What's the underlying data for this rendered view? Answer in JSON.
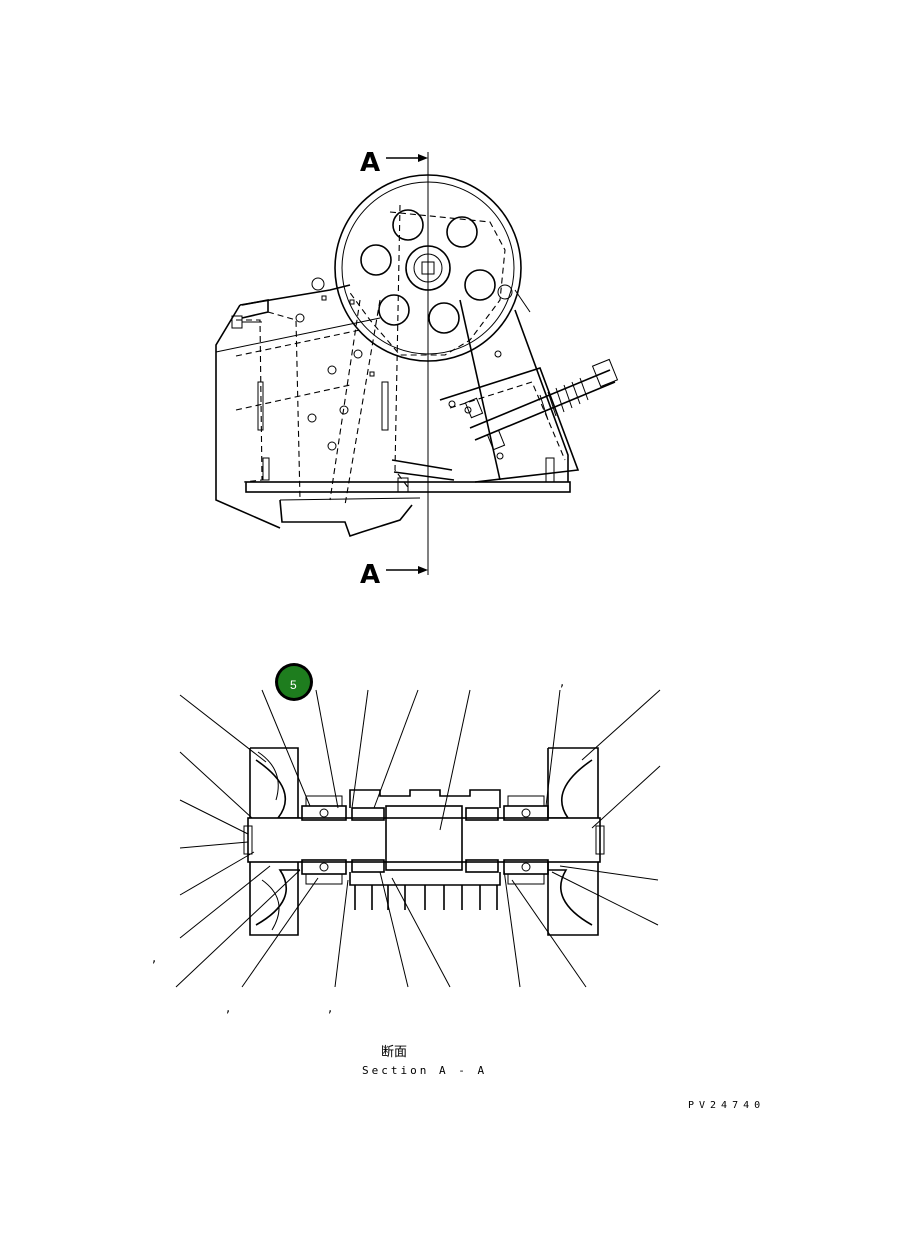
{
  "drawing": {
    "section_marker_label": "A",
    "section_title_jp": "断面",
    "section_title_en": "Section  A - A",
    "drawing_code": "PV24740",
    "callout_badge": {
      "label": "5",
      "color": "#1e7d1e"
    },
    "stray_commas": [
      ",",
      ",",
      ",",
      ","
    ]
  }
}
